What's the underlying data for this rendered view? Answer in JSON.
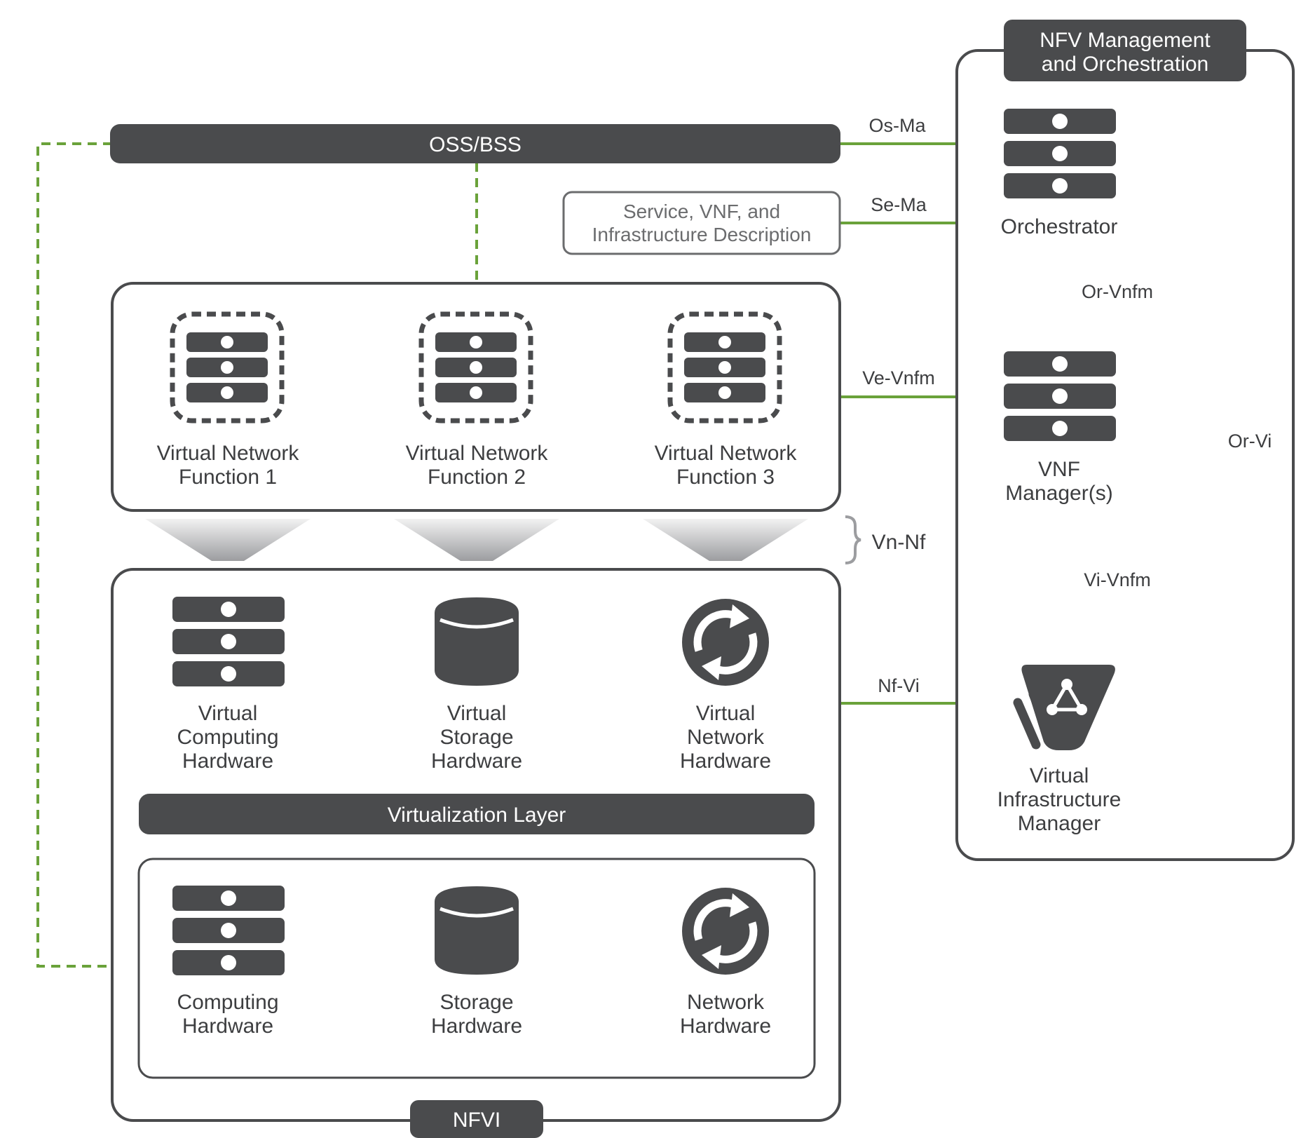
{
  "colors": {
    "dark": "#4a4b4d",
    "green": "#6aa23a",
    "text": "#3d3e40"
  },
  "oss_bss": {
    "label": "OSS/BSS"
  },
  "description_box": {
    "line1": "Service, VNF, and",
    "line2": "Infrastructure Description"
  },
  "mano": {
    "title_line1": "NFV Management",
    "title_line2": "and Orchestration",
    "orchestrator": {
      "label": "Orchestrator",
      "icon": "server-icon"
    },
    "vnf_manager": {
      "line1": "VNF",
      "line2": "Manager(s)",
      "icon": "server-icon"
    },
    "vim": {
      "line1": "Virtual",
      "line2": "Infrastructure",
      "line3": "Manager",
      "icon": "vim-icon"
    }
  },
  "vnfs": [
    {
      "line1": "Virtual Network",
      "line2": "Function 1",
      "icon": "virtual-server-icon"
    },
    {
      "line1": "Virtual Network",
      "line2": "Function 2",
      "icon": "virtual-server-icon"
    },
    {
      "line1": "Virtual Network",
      "line2": "Function 3",
      "icon": "virtual-server-icon"
    }
  ],
  "nfvi": {
    "label": "NFVI",
    "virtual_resources": [
      {
        "line1": "Virtual",
        "line2": "Computing",
        "line3": "Hardware",
        "icon": "server-icon"
      },
      {
        "line1": "Virtual",
        "line2": "Storage",
        "line3": "Hardware",
        "icon": "storage-icon"
      },
      {
        "line1": "Virtual",
        "line2": "Network",
        "line3": "Hardware",
        "icon": "network-sync-icon"
      }
    ],
    "virtualization_layer": "Virtualization Layer",
    "hardware_resources": [
      {
        "line1": "Computing",
        "line2": "Hardware",
        "icon": "server-icon"
      },
      {
        "line1": "Storage",
        "line2": "Hardware",
        "icon": "storage-icon"
      },
      {
        "line1": "Network",
        "line2": "Hardware",
        "icon": "network-sync-icon"
      }
    ]
  },
  "reference_points": {
    "os_ma": "Os-Ma",
    "se_ma": "Se-Ma",
    "or_vnfm": "Or-Vnfm",
    "ve_vnfm": "Ve-Vnfm",
    "or_vi": "Or-Vi",
    "vn_nf": "Vn-Nf",
    "vi_vnfm": "Vi-Vnfm",
    "nf_vi": "Nf-Vi"
  }
}
